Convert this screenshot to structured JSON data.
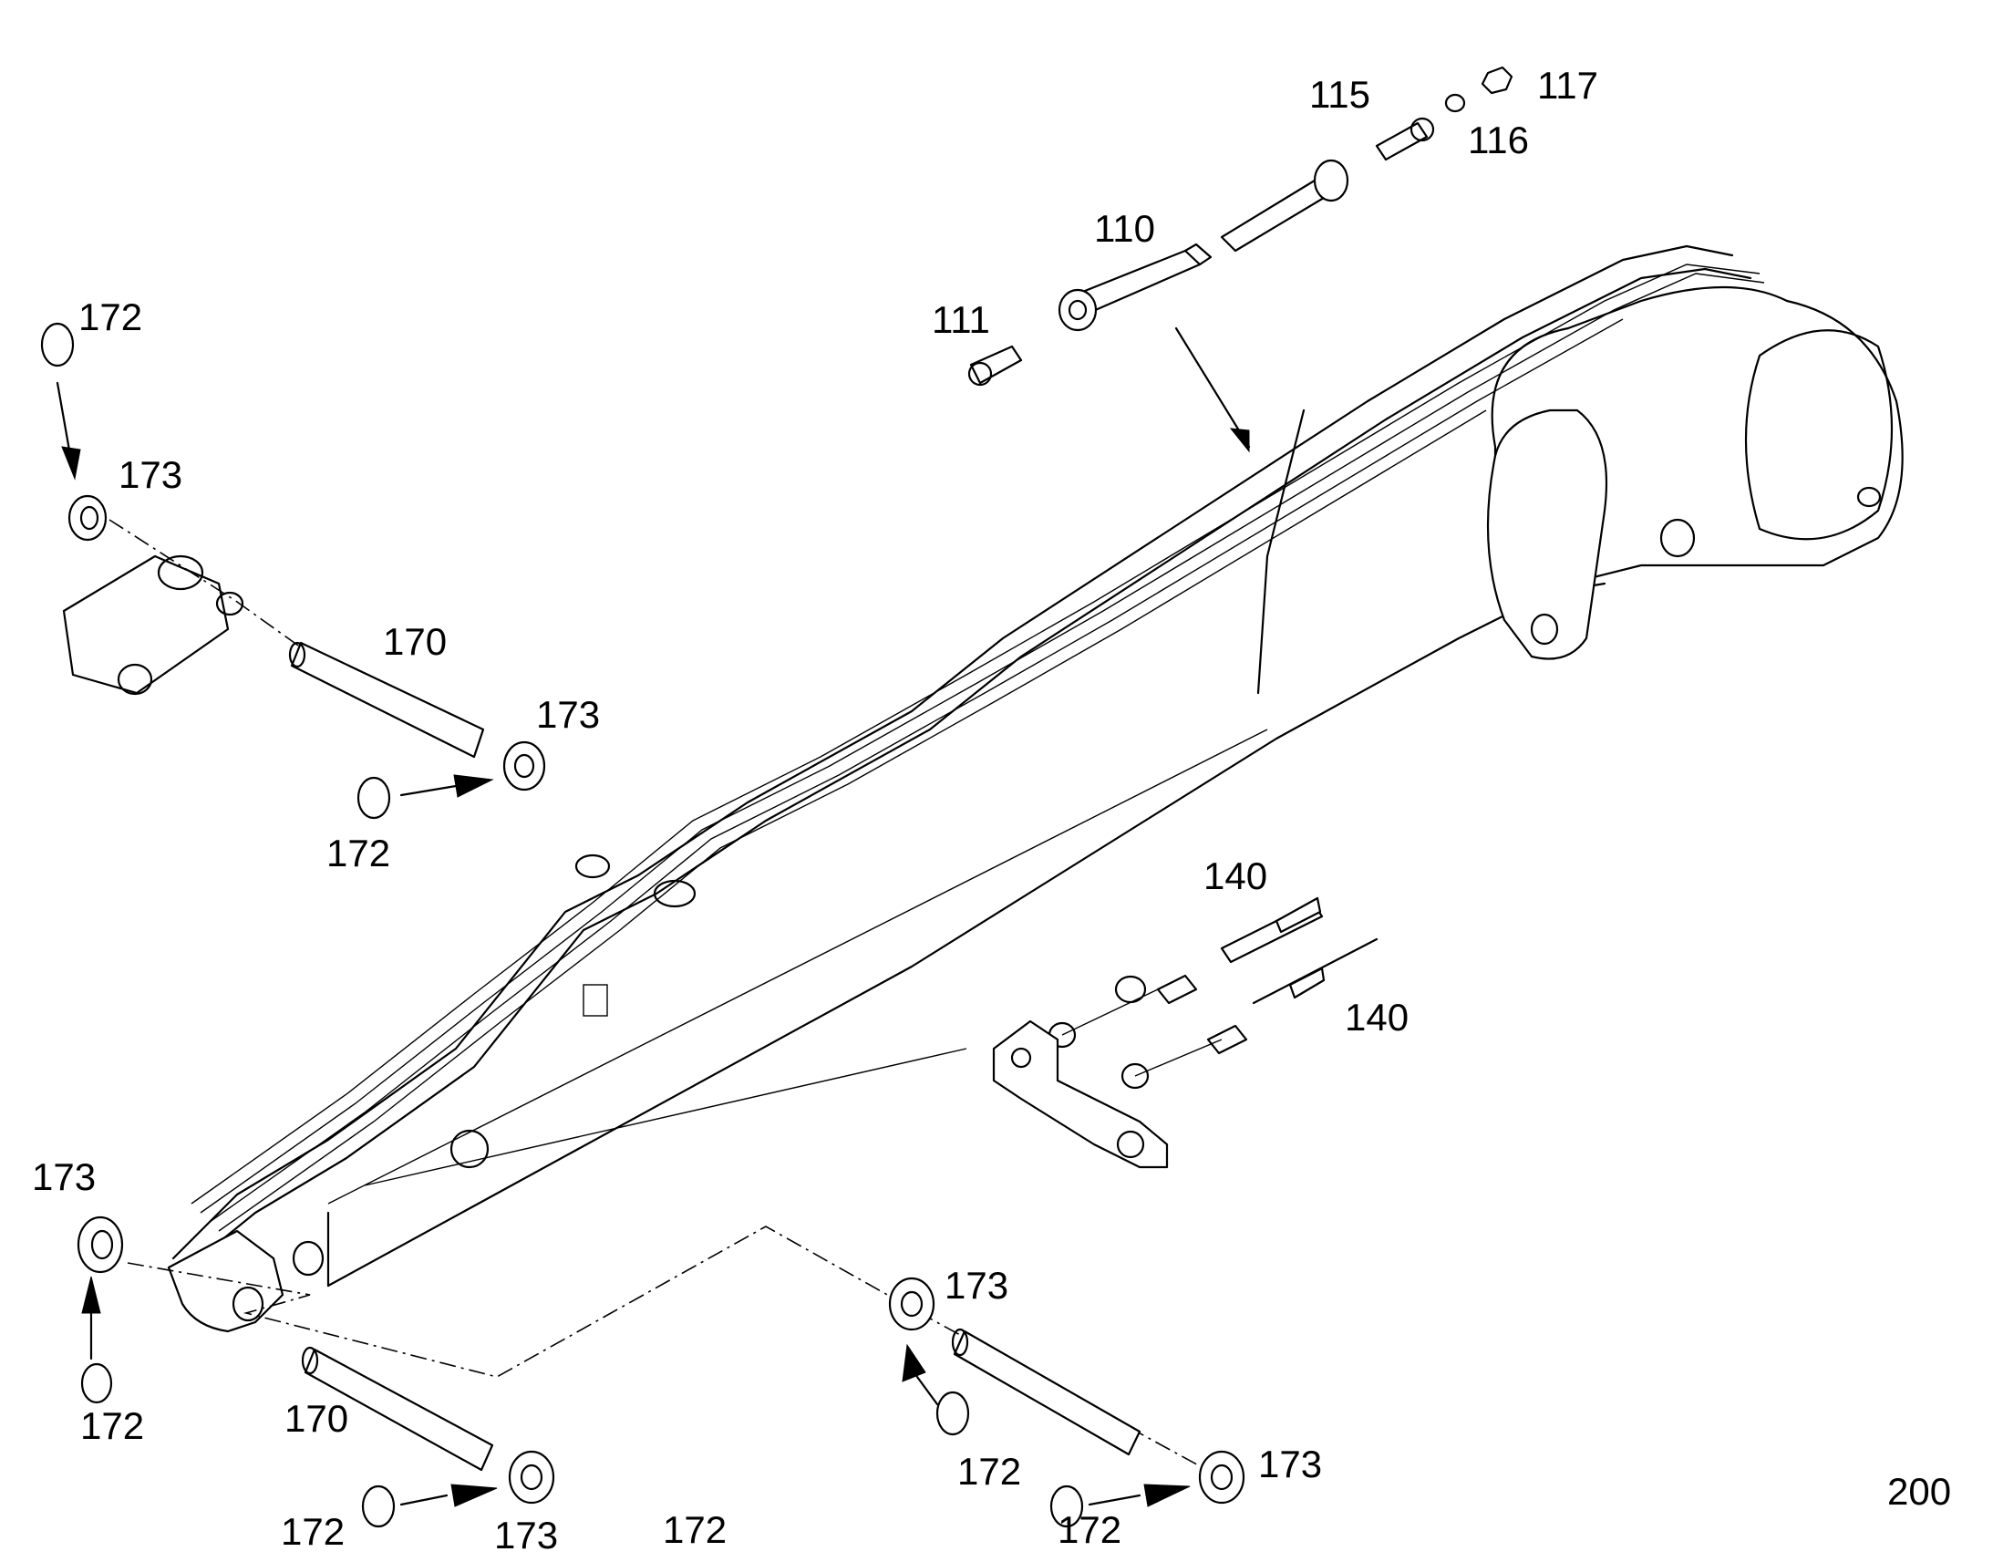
{
  "labels": {
    "l110": "110",
    "l111": "111",
    "l115": "115",
    "l116": "116",
    "l117": "117",
    "l140a": "140",
    "l140b": "140",
    "l170a": "170",
    "l170b": "170",
    "l172a": "172",
    "l172b": "172",
    "l172c": "172",
    "l172d": "172",
    "l172e": "172",
    "l172f": "172",
    "l172g": "172",
    "l173a": "173",
    "l173b": "173",
    "l173c": "173",
    "l173d": "173",
    "l173e": "173",
    "l173f": "173",
    "page_number": "200"
  }
}
